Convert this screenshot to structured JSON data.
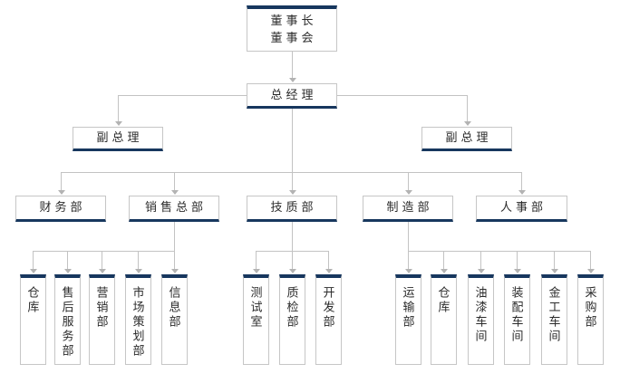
{
  "org_chart": {
    "root": {
      "line1": "董事长",
      "line2": "董事会"
    },
    "general_manager": {
      "label": "总经理"
    },
    "deputies": [
      {
        "label": "副总理"
      },
      {
        "label": "副总理"
      }
    ],
    "departments": [
      {
        "label": "财务部",
        "children": []
      },
      {
        "label": "销售总部",
        "children": [
          {
            "label": "仓库"
          },
          {
            "label": "售后服务部"
          },
          {
            "label": "营销部"
          },
          {
            "label": "市场策划部"
          },
          {
            "label": "信息部"
          }
        ]
      },
      {
        "label": "技质部",
        "children": [
          {
            "label": "测试室"
          },
          {
            "label": "质检部"
          },
          {
            "label": "开发部"
          }
        ]
      },
      {
        "label": "制造部",
        "children": [
          {
            "label": "运输部"
          },
          {
            "label": "仓库"
          },
          {
            "label": "油漆车间"
          },
          {
            "label": "装配车间"
          },
          {
            "label": "金工车间"
          },
          {
            "label": "采购部"
          }
        ]
      },
      {
        "label": "人事部",
        "children": []
      }
    ],
    "colors": {
      "accent_navy": "#17375e",
      "connector_line": "#c3c3c3",
      "box_border": "#c6c6c6",
      "arrowhead": "#b3b3b3",
      "text": "#2b2b2b",
      "background": "#ffffff"
    }
  }
}
